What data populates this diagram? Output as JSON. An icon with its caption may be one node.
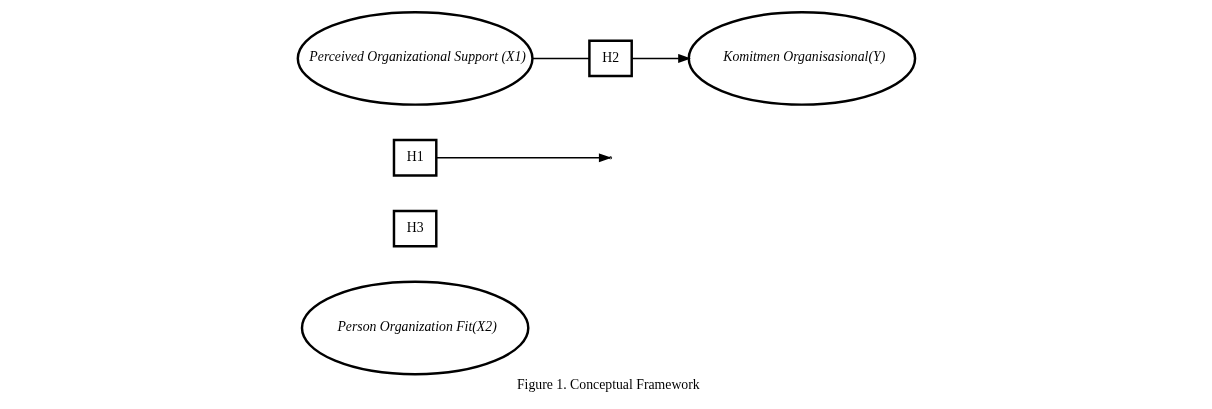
{
  "diagram": {
    "caption": "Figure 1. Conceptual Framework",
    "nodes": [
      {
        "text": [
          "Person Organization Fit(X2)"
        ]
      },
      {
        "text": [
          "H3"
        ]
      },
      {
        "text": [
          "H1"
        ]
      },
      {
        "text": [
          "Perceived Organizational Support (X1)"
        ]
      },
      {
        "text": [
          "H2"
        ]
      },
      {
        "text": [
          "Komitmen Organisasional(Y)"
        ]
      }
    ],
    "edges": [
      {
        "from": 2,
        "to": null,
        "arrow": "to"
      },
      {
        "from": 3,
        "to": 4,
        "arrow": "none"
      },
      {
        "from": 4,
        "to": 5,
        "arrow": "to"
      }
    ]
  }
}
